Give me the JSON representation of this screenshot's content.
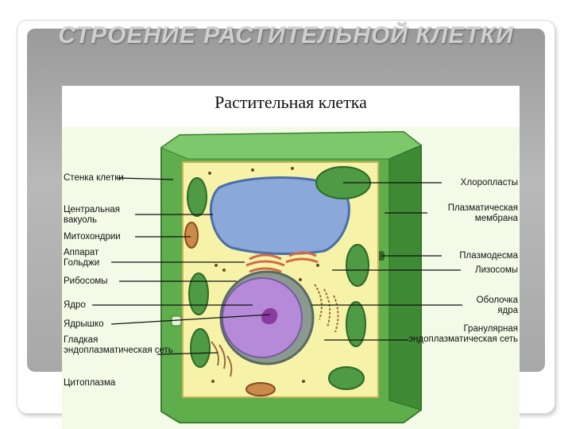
{
  "slide": {
    "title": "СТРОЕНИЕ РАСТИТЕЛЬНОЙ КЛЕТКИ"
  },
  "figure": {
    "title": "Растительная клетка",
    "labels_left": {
      "cell_wall": "Стенка клетки",
      "central_vacuole": "Центральная вакуоль",
      "mitochondria": "Митохондрии",
      "golgi": "Аппарат Гольджи",
      "ribosomes": "Рибосомы",
      "nucleus": "Ядро",
      "nucleolus": "Ядрышко",
      "smooth_er": "Гладкая эндоплазматическая сеть",
      "cytoplasm": "Цитоплазма"
    },
    "labels_right": {
      "chloroplasts": "Хлоропласты",
      "plasma_membrane": "Плазматическая мембрана",
      "plasmodesma": "Плазмодесма",
      "lysosomes": "Лизосомы",
      "nuclear_envelope": "Оболочка ядра",
      "rough_er": "Гранулярная эндоплазматическая сеть"
    }
  },
  "colors": {
    "cell_wall": "#5fae4c",
    "cytoplasm": "#f6f3a8",
    "vacuole": "#8aa8d8",
    "nucleus": "#b58ad8",
    "nucleolus": "#8b3aa0",
    "chloroplast": "#4f9a45",
    "organelle": "#c98a4a"
  }
}
